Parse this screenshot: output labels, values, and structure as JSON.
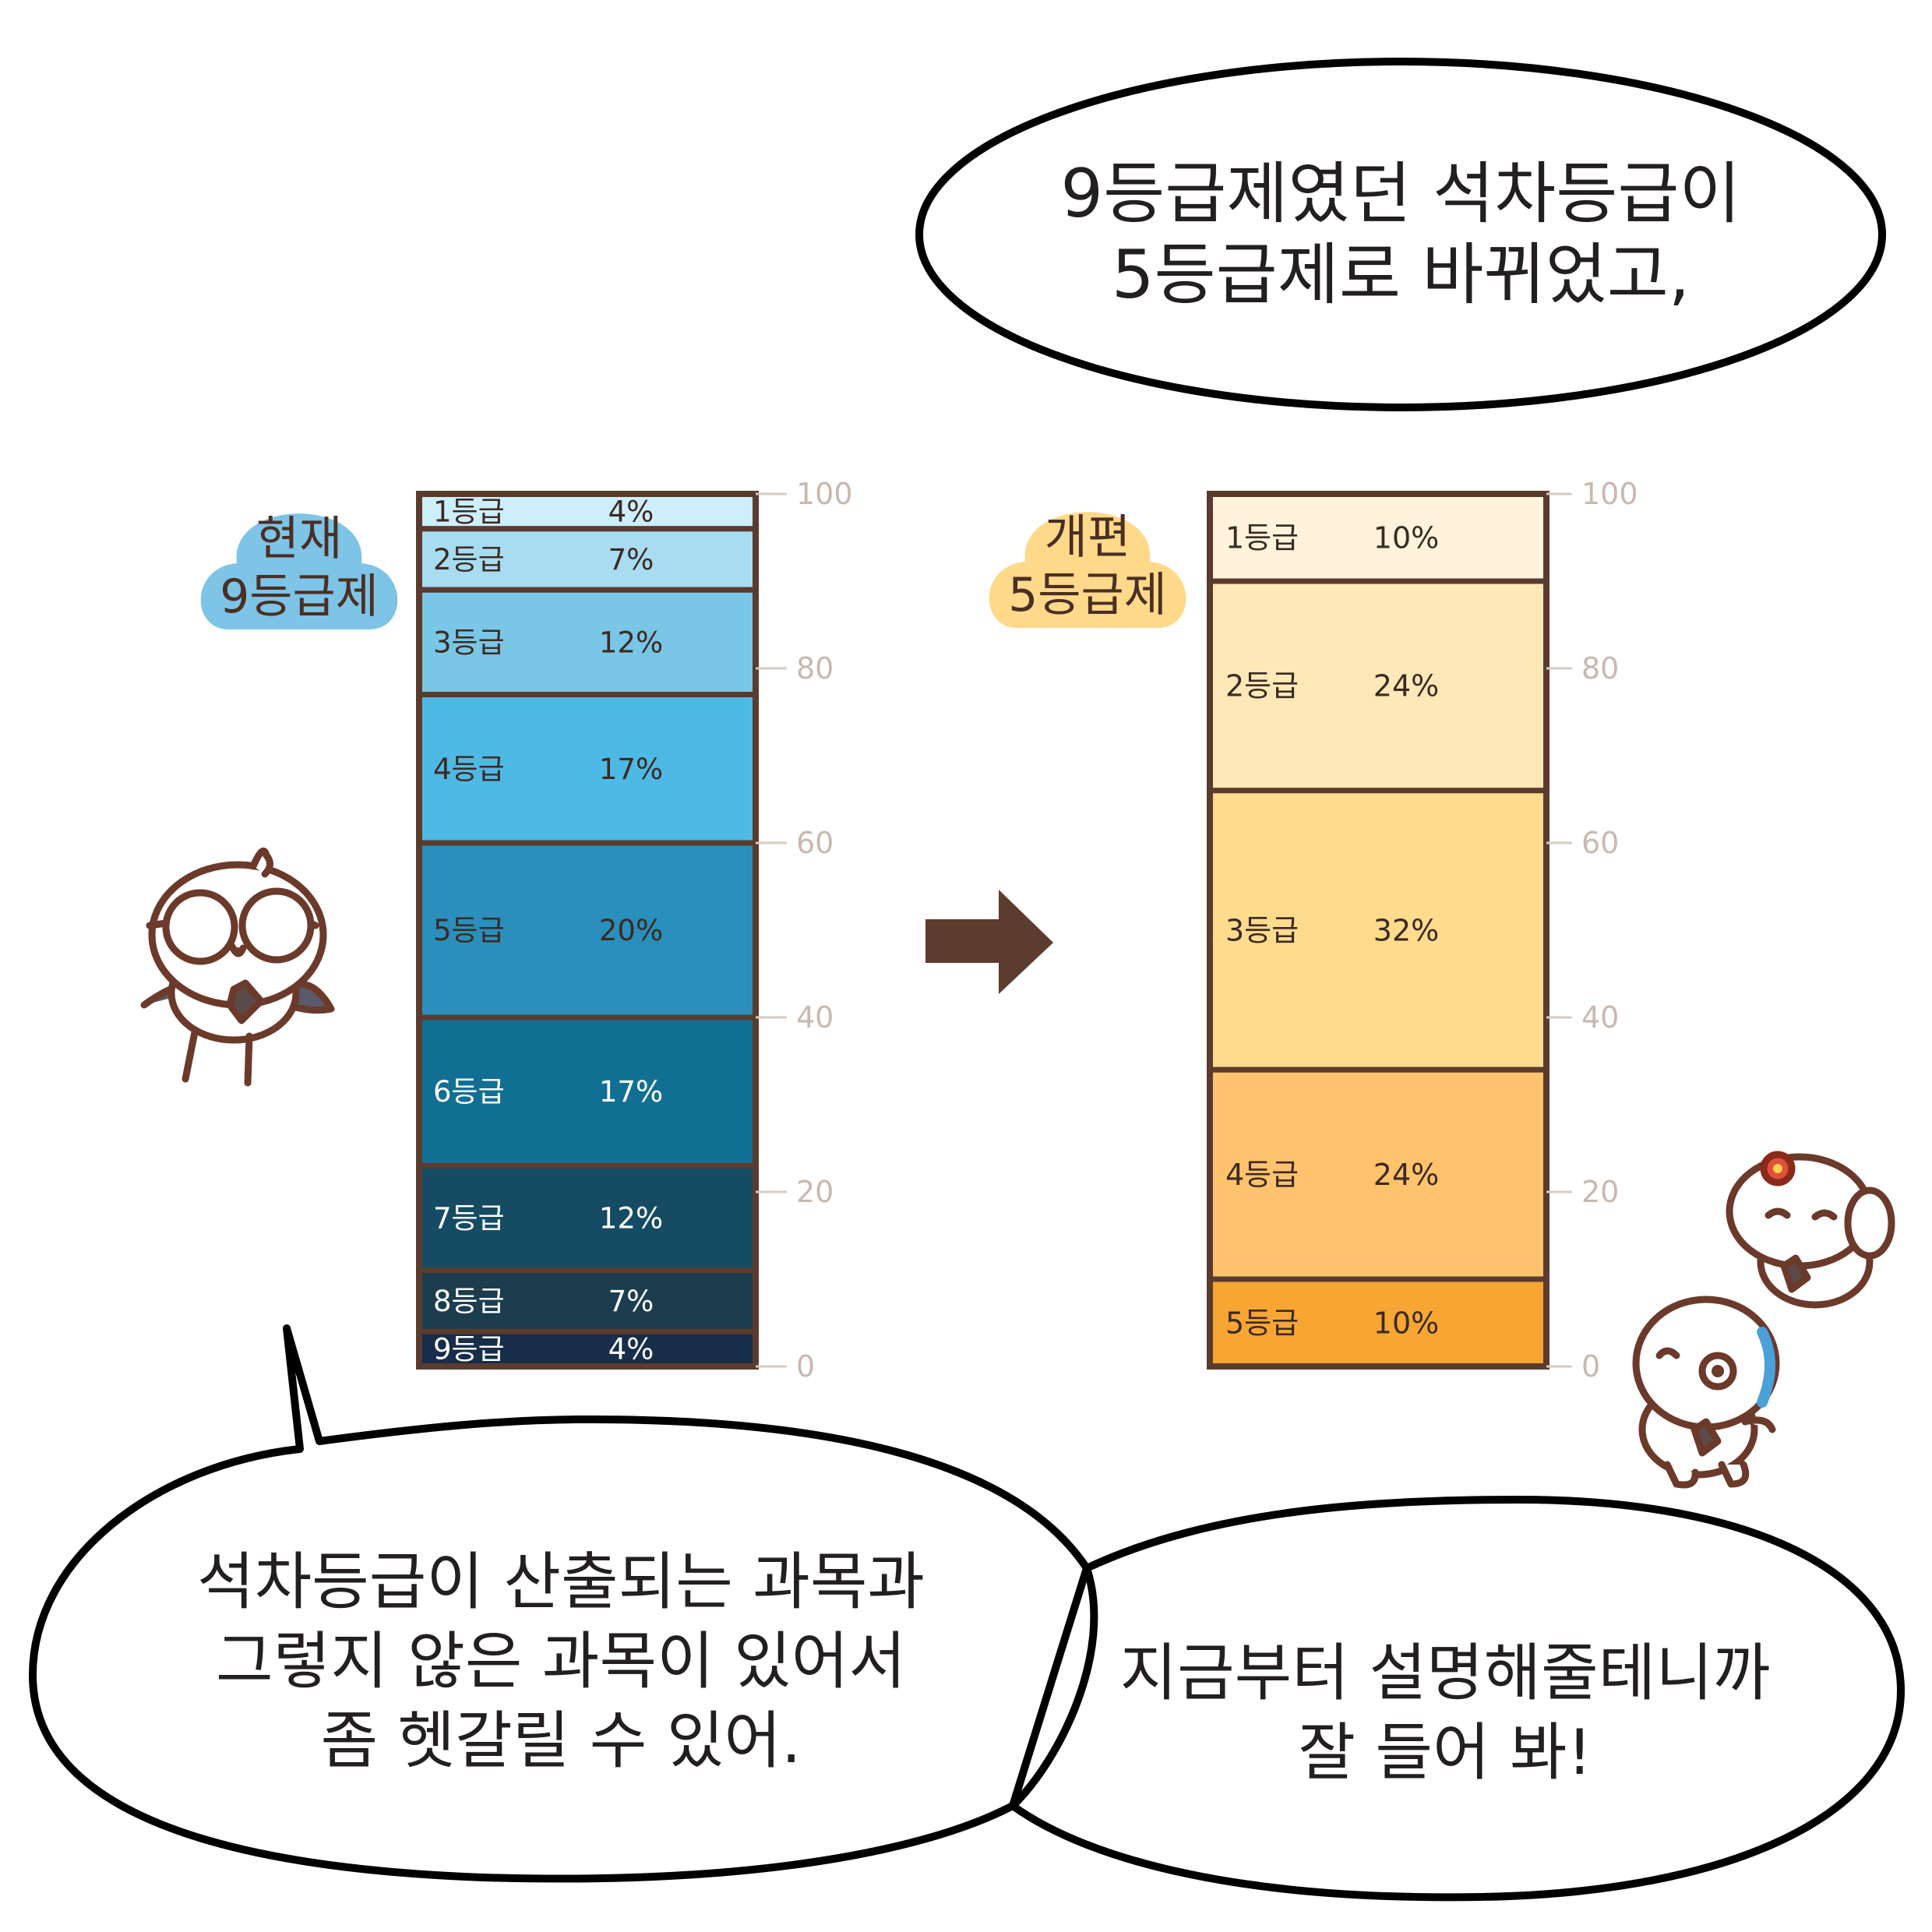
{
  "speech": {
    "top": [
      "9등급제였던 석차등급이",
      "5등급제로 바뀌었고,"
    ],
    "bottom_left": [
      "석차등급이 산출되는 과목과",
      "그렇지 않은 과목이 있어서",
      "좀 헷갈릴 수 있어."
    ],
    "bottom_right": [
      "지금부터 설명해줄테니까",
      "잘 들어 봐!"
    ]
  },
  "colors": {
    "outline": "#5a3b2e",
    "axis": "#d9cbc2",
    "tick_label": "#c9b8ae",
    "arrow": "#5c3c2e",
    "current_cloud": "#7dc4e6",
    "reform_cloud": "#ffd98a"
  },
  "chart_data": [
    {
      "type": "bar",
      "stacked": true,
      "title": "현재 9등급제",
      "title_lines": [
        "현재",
        "9등급제"
      ],
      "categories": [
        "1등급",
        "2등급",
        "3등급",
        "4등급",
        "5등급",
        "6등급",
        "7등급",
        "8등급",
        "9등급"
      ],
      "values": [
        4,
        7,
        12,
        17,
        20,
        17,
        12,
        7,
        4
      ],
      "value_labels": [
        "4%",
        "7%",
        "12%",
        "17%",
        "20%",
        "17%",
        "12%",
        "7%",
        "4%"
      ],
      "colors": [
        "#cdeefb",
        "#a7dcf1",
        "#79c6e6",
        "#4fb9e6",
        "#2a8fbc",
        "#126f94",
        "#154c63",
        "#1b3d4e",
        "#172d4a"
      ],
      "text_colors": [
        "#3b2a22",
        "#3b2a22",
        "#3b2a22",
        "#3b2a22",
        "#3b2a22",
        "#ffffff",
        "#ffffff",
        "#ffffff",
        "#ffffff"
      ],
      "yticks": [
        0,
        20,
        40,
        60,
        80,
        100
      ],
      "ylim": [
        0,
        100
      ],
      "grid": false
    },
    {
      "type": "bar",
      "stacked": true,
      "title": "개편 5등급제",
      "title_lines": [
        "개편",
        "5등급제"
      ],
      "categories": [
        "1등급",
        "2등급",
        "3등급",
        "4등급",
        "5등급"
      ],
      "values": [
        10,
        24,
        32,
        24,
        10
      ],
      "value_labels": [
        "10%",
        "24%",
        "32%",
        "24%",
        "10%"
      ],
      "colors": [
        "#fff3dc",
        "#ffe8b8",
        "#ffdb8e",
        "#ffc26d",
        "#f7a633"
      ],
      "text_colors": [
        "#3b2a22",
        "#3b2a22",
        "#3b2a22",
        "#3b2a22",
        "#3b2a22"
      ],
      "yticks": [
        0,
        20,
        40,
        60,
        80,
        100
      ],
      "ylim": [
        0,
        100
      ],
      "grid": false
    }
  ]
}
